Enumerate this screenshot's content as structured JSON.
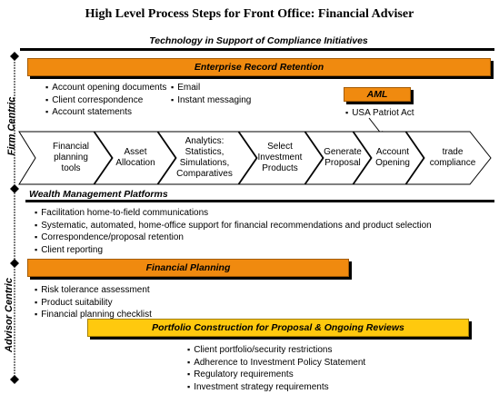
{
  "title": "High Level Process Steps for Front Office: Financial Adviser",
  "technology_label": "Technology in Support of Compliance Initiatives",
  "enterprise": {
    "label": "Enterprise Record Retention",
    "col1": [
      "Account opening documents",
      "Client correspondence",
      "Account statements"
    ],
    "col2": [
      "Email",
      "Instant messaging"
    ]
  },
  "aml": {
    "label": "AML",
    "items": [
      "USA Patriot Act"
    ]
  },
  "side_labels": {
    "firm": "Firm Centric",
    "advisor": "Advisor Centric"
  },
  "process_steps": [
    "Financial planning tools",
    "Asset Allocation",
    "Analytics: Statistics, Simulations, Comparatives",
    "Select Investment Products",
    "Generate Proposal",
    "Account Opening",
    "trade compliance"
  ],
  "wealth": {
    "label": "Wealth Management Platforms",
    "items": [
      "Facilitation home-to-field communications",
      "Systematic, automated, home-office support for financial recommendations and product selection",
      "Correspondence/proposal retention",
      "Client reporting"
    ]
  },
  "financial_planning": {
    "label": "Financial Planning",
    "items": [
      "Risk tolerance assessment",
      "Product suitability",
      "Financial planning checklist"
    ]
  },
  "portfolio": {
    "label": "Portfolio Construction for Proposal & Ongoing Reviews",
    "items": [
      "Client portfolio/security restrictions",
      "Adherence to Investment Policy Statement",
      "Regulatory requirements",
      "Investment strategy requirements"
    ]
  },
  "colors": {
    "orange": "#f08a0f",
    "yellow": "#ffc90e"
  }
}
